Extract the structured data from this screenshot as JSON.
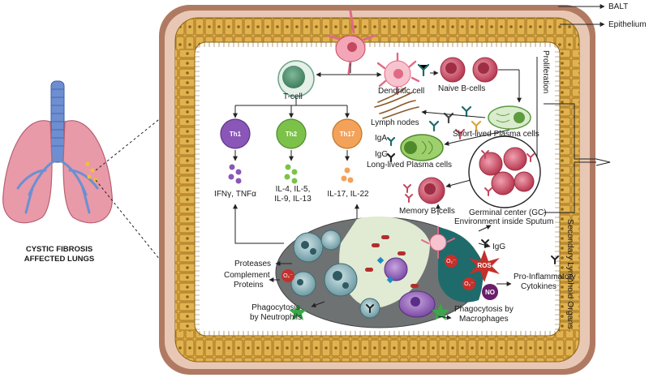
{
  "colors": {
    "outer_wall": "#b07a62",
    "outer_wall_light": "#e8c8b4",
    "epithelium": "#d9a441",
    "epithelium_dark": "#8a6418",
    "lumen": "#ffffff",
    "sputum": "#6f7272",
    "sputum_teal": "#1f6b6b",
    "lung_pink": "#e89aa8",
    "trachea_blue": "#6d8fd1",
    "th1": "#8a56b8",
    "th2": "#7cc24a",
    "th17": "#f3a25a",
    "b_cell": "#c4495e",
    "plasma": "#8fc46a"
  },
  "left_panel": {
    "caption_line1": "CYSTIC FIBROSIS",
    "caption_line2": "AFFECTED LUNGS"
  },
  "outer_labels": {
    "balt": "BALT",
    "epithelium": "Epithelium",
    "secondary_lymphoid": "Secondary Lymphoid Organs",
    "proliferation": "Proliferation"
  },
  "cells": {
    "t_cell": "T-cell",
    "dendritic": "Dendritic cell",
    "naive_b": "Naive B-cells",
    "lymph_nodes": "Lymph nodes",
    "short_plasma": "Short-lived Plasma cells",
    "iga": "IgA",
    "igg": "IgG",
    "long_plasma": "Long-lived Plasma cells",
    "germinal": "Germinal center (GC)",
    "memory_b": "Memory B-cells",
    "th1": "Th1",
    "th2": "Th2",
    "th17": "Th17"
  },
  "cytokines": {
    "th1": "IFNγ, TNFα",
    "th2_line1": "IL-4, IL-5,",
    "th2_line2": "IL-9, IL-13",
    "th17": "IL-17, IL-22"
  },
  "sputum_labels": {
    "environment": "Environment inside Sputum",
    "igg": "IgG",
    "proteases": "Proteases",
    "complement_line1": "Complement",
    "complement_line2": "Proteins",
    "pro_inflam_line1": "Pro-Inflammatory",
    "pro_inflam_line2": "Cytokines",
    "phago_neut_line1": "Phagocytosis",
    "phago_neut_line2": "by Neutrophils",
    "phago_mac_line1": "Phagocytosis by",
    "phago_mac_line2": "Macrophages",
    "ros": "ROS",
    "no": "NO",
    "o2": "O₂⁻"
  }
}
